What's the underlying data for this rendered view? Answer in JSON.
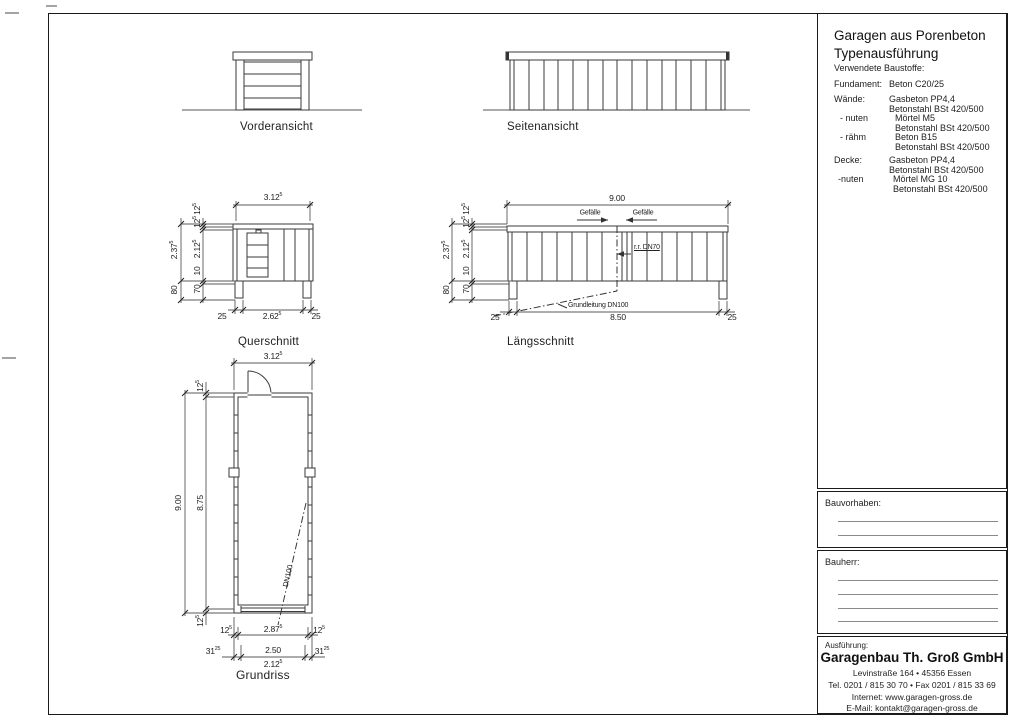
{
  "drawings": {
    "vorderansicht": {
      "label": "Vorderansicht"
    },
    "seitenansicht": {
      "label": "Seitenansicht"
    },
    "querschnitt": {
      "label": "Querschnitt",
      "dim_width_top": {
        "v": "3.12",
        "s": "5"
      },
      "left_outer": [
        {
          "v": "2.37",
          "s": "5"
        },
        {
          "v": "80",
          "s": ""
        }
      ],
      "left_inner": [
        {
          "v": "12",
          "s": "5"
        },
        {
          "v": "12",
          "s": "5"
        },
        {
          "v": "2.12",
          "s": "5"
        },
        {
          "v": "10",
          "s": ""
        },
        {
          "v": "70",
          "s": ""
        }
      ],
      "bottom": [
        {
          "v": "25",
          "s": ""
        },
        {
          "v": "2.62",
          "s": "5"
        },
        {
          "v": "25",
          "s": ""
        }
      ]
    },
    "laengsschnitt": {
      "label": "Längsschnitt",
      "dim_width_top": {
        "v": "9.00",
        "s": ""
      },
      "slope_left": "Gefälle",
      "slope_right": "Gefälle",
      "rain_pipe": "r.r. DN70",
      "ground_pipe": "Grundleitung DN100",
      "left_outer": [
        {
          "v": "2.37",
          "s": "5"
        },
        {
          "v": "80",
          "s": ""
        }
      ],
      "left_inner": [
        {
          "v": "12",
          "s": "5"
        },
        {
          "v": "12",
          "s": "5"
        },
        {
          "v": "2.12",
          "s": "5"
        },
        {
          "v": "10",
          "s": ""
        },
        {
          "v": "70",
          "s": ""
        }
      ],
      "bottom": [
        {
          "v": "25",
          "s": ""
        },
        {
          "v": "8.50",
          "s": ""
        },
        {
          "v": "25",
          "s": ""
        }
      ]
    },
    "grundriss": {
      "label": "Grundriss",
      "dim_width_top": {
        "v": "3.12",
        "s": "5"
      },
      "pipe": "DN100",
      "left_outer": [
        {
          "v": "9.00",
          "s": ""
        }
      ],
      "left_inner": [
        {
          "v": "12",
          "s": "5"
        },
        {
          "v": "8.75",
          "s": ""
        },
        {
          "v": "12",
          "s": "5"
        }
      ],
      "bottom_row1": [
        {
          "v": "12",
          "s": "5"
        },
        {
          "v": "2.87",
          "s": "5"
        },
        {
          "v": "12",
          "s": "5"
        }
      ],
      "bottom_row2": [
        {
          "v": "31",
          "s": "25"
        },
        {
          "v": "2.50",
          "s": ""
        },
        {
          "v": "31",
          "s": "25"
        }
      ],
      "bottom_row3": [
        {
          "v": "2.12",
          "s": "5"
        }
      ]
    }
  },
  "title_block": {
    "title_line1": "Garagen aus Porenbeton",
    "title_line2": "Typenausführung",
    "materials_heading": "Verwendete Baustoffe:",
    "materials": [
      {
        "label": "Fundament:",
        "line1": "Beton C20/25",
        "line2": ""
      },
      {
        "label": "Wände:",
        "line1": "Gasbeton PP4,4",
        "line2": "Betonstahl BSt 420/500"
      },
      {
        "label": " - nuten",
        "line1": "Mörtel M5",
        "line2": "Betonstahl BSt 420/500"
      },
      {
        "label": " - rähm",
        "line1": "Beton B15",
        "line2": "Betonstahl BSt 420/500"
      },
      {
        "label": "Decke:",
        "line1": "Gasbeton PP4,4",
        "line2": "Betonstahl BSt 420/500"
      },
      {
        "label": " -nuten",
        "line1": "Mörtel MG 10",
        "line2": "Betonstahl BSt 420/500"
      }
    ],
    "bauvorhaben_label": "Bauvorhaben:",
    "bauherr_label": "Bauherr:",
    "ausfuehrung_label": "Ausführung:",
    "company": {
      "name": "Garagenbau Th. Groß GmbH",
      "address": "Levinstraße 164 • 45356 Essen",
      "phone": "Tel. 0201 / 815 30 70 • Fax 0201 / 815 33 69",
      "internet": "Internet: www.garagen-gross.de",
      "email": "E-Mail: kontakt@garagen-gross.de"
    }
  }
}
